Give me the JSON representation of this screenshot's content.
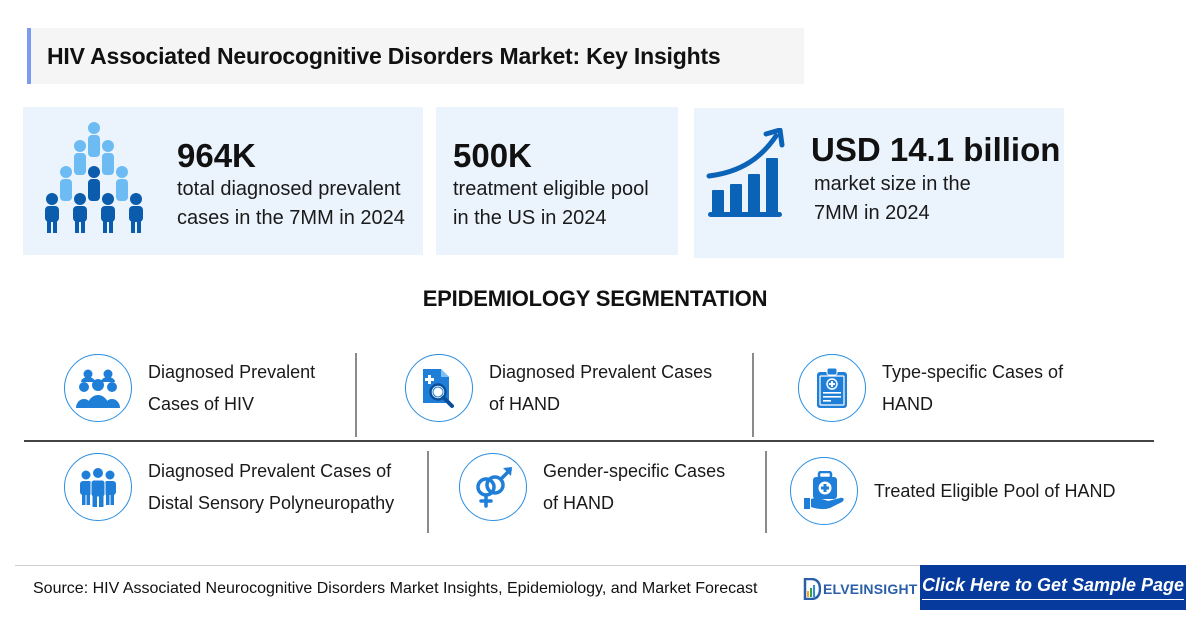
{
  "header": {
    "title": "HIV Associated Neurocognitive Disorders Market: Key Insights"
  },
  "key_insights": [
    {
      "value": "964K",
      "line1": "total diagnosed prevalent",
      "line2": "cases in the 7MM in 2024",
      "icon": "people-pyramid-icon"
    },
    {
      "value": "500K",
      "line1": "treatment eligible pool",
      "line2": "in the US in 2024"
    },
    {
      "value": "USD 14.1 billion",
      "line1": "market size in the",
      "line2": "7MM in 2024",
      "icon": "growth-chart-icon"
    }
  ],
  "segmentation": {
    "title": "EPIDEMIOLOGY SEGMENTATION",
    "items": [
      {
        "line1": "Diagnosed Prevalent",
        "line2": "Cases of HIV",
        "icon": "group-people-icon"
      },
      {
        "line1": "Diagnosed Prevalent Cases",
        "line2": "of HAND",
        "icon": "document-search-icon"
      },
      {
        "line1": "Type-specific Cases of",
        "line2": "HAND",
        "icon": "clipboard-medical-icon"
      },
      {
        "line1": "Diagnosed Prevalent Cases of",
        "line2": "Distal Sensory Polyneuropathy",
        "icon": "team-icon"
      },
      {
        "line1": "Gender-specific Cases",
        "line2": "of HAND",
        "icon": "gender-symbols-icon"
      },
      {
        "line1": "Treated Eligible Pool of HAND",
        "line2": "",
        "icon": "medical-kit-hand-icon"
      }
    ]
  },
  "footer": {
    "source": "Source: HIV Associated Neurocognitive Disorders Market Insights, Epidemiology, and Market Forecast",
    "logo_text": "ELVEINSIGHT",
    "logo_initial": "D",
    "cta_label": "Click Here to Get Sample Page"
  },
  "colors": {
    "accent_bar": "#7b9cf0",
    "card_bg": "#ebf3fd",
    "icon_blue": "#1f7fd8",
    "dark_blue": "#0b5cad",
    "light_blue": "#5fb4ef",
    "cta_bg": "#063a9c"
  }
}
